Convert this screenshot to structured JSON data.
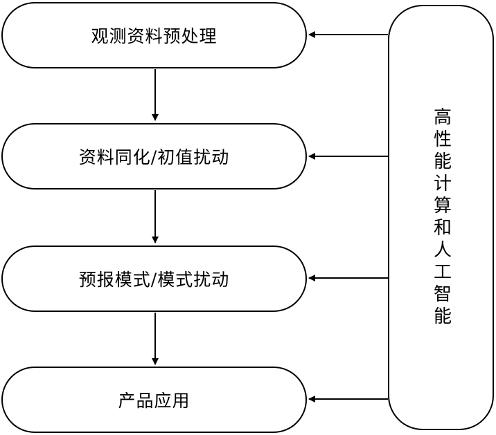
{
  "stages": [
    {
      "label": "观测资料预处理"
    },
    {
      "label": "资料同化/初值扰动"
    },
    {
      "label": "预报模式/模式扰动"
    },
    {
      "label": "产品应用"
    }
  ],
  "support": {
    "label": "高性能计算和人工智能"
  }
}
